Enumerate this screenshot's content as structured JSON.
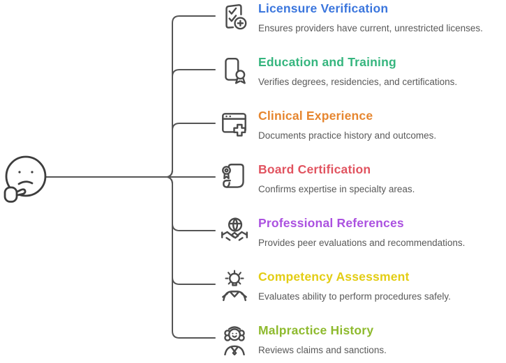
{
  "central": {
    "icon": "thinking-face-icon"
  },
  "items": [
    {
      "title": "Licensure Verification",
      "description": "Ensures providers have current, unrestricted licenses.",
      "color": "#3b76dd",
      "icon": "license-verification-icon"
    },
    {
      "title": "Education and Training",
      "description": "Verifies degrees, residencies, and certifications.",
      "color": "#35b57e",
      "icon": "education-training-icon"
    },
    {
      "title": "Clinical Experience",
      "description": "Documents practice history and outcomes.",
      "color": "#e6862f",
      "icon": "clinical-experience-icon"
    },
    {
      "title": "Board Certification",
      "description": "Confirms expertise in specialty areas.",
      "color": "#e15460",
      "icon": "board-certification-icon"
    },
    {
      "title": "Professional References",
      "description": "Provides peer evaluations and recommendations.",
      "color": "#ab51e0",
      "icon": "professional-references-icon"
    },
    {
      "title": "Competency Assessment",
      "description": "Evaluates ability to perform procedures safely.",
      "color": "#e3cd14",
      "icon": "competency-assessment-icon"
    },
    {
      "title": "Malpractice History",
      "description": "Reviews claims and sanctions.",
      "color": "#8eba2e",
      "icon": "malpractice-history-icon"
    }
  ],
  "connector_color": "#555555",
  "icon_color": "#4a4a4a",
  "description_color": "#595959"
}
